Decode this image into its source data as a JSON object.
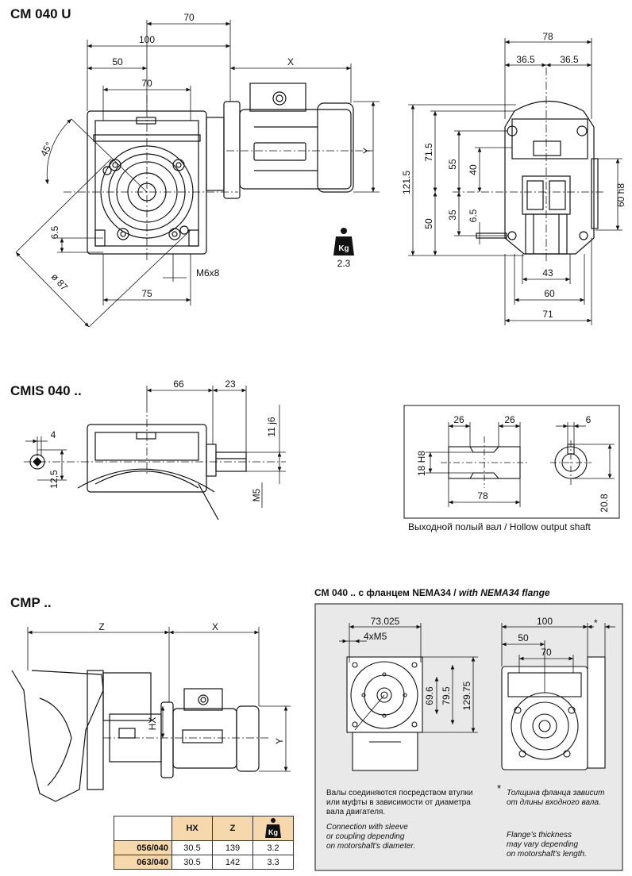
{
  "sections": {
    "cm040u": "CM 040 U",
    "cmis": "CMIS 040 ..",
    "cmp": "CMP .."
  },
  "nema": {
    "title_ru": "CM 040 .. с фланцем NEMA34 / ",
    "title_en": "with NEMA34 flange",
    "dims": {
      "bolt": "73.025",
      "holes": "4xM5",
      "d1": "69.6",
      "d2": "79.5",
      "d3": "129.75",
      "w100": "100",
      "w50": "50",
      "w70": "70",
      "star": "*"
    },
    "note1_ru": "Валы соединяются посредством втулки\nили муфты в зависимости от диаметра\nвала двигателя.",
    "note1_en": "Connection with sleeve\nor coupling depending\non motorshaft's diameter.",
    "note2_star": "*",
    "note2_ru": "Толщина фланца зависит\nот длины входного вала.",
    "note2_en": "Flange's thickness\nmay vary depending\non motorshaft's length."
  },
  "cm040u_dims": {
    "d70_top": "70",
    "d100": "100",
    "d50": "50",
    "d70_inner": "70",
    "dX": "X",
    "angle": "45°",
    "d65": "6.5",
    "dia87": "ø 87",
    "d75": "75",
    "m6x8": "M6x8",
    "dY": "Y",
    "kg_label": "Kg",
    "weight": "2.3"
  },
  "side_dims": {
    "d78": "78",
    "d365a": "36.5",
    "d365b": "36.5",
    "d1215": "121.5",
    "d715": "71.5",
    "d55": "55",
    "d40": "40",
    "d60h8": "60 h8",
    "d50": "50",
    "d35": "35",
    "d65": "6.5",
    "d43": "43",
    "d60": "60",
    "d71": "71"
  },
  "cmis_dims": {
    "d66": "66",
    "d23": "23",
    "d11j6": "11 j6",
    "d4": "4",
    "d125": "12,5",
    "m5": "M5"
  },
  "hollow": {
    "d26a": "26",
    "d26b": "26",
    "d6": "6",
    "d18h8": "18 H8",
    "d78": "78",
    "d208": "20.8",
    "caption": "Выходной полый вал / Hollow output shaft"
  },
  "cmp_dims": {
    "dZ": "Z",
    "dX": "X",
    "dHX": "HX",
    "dY": "Y"
  },
  "spec_table": {
    "headers": [
      "HX",
      "Z",
      "Kg"
    ],
    "rows": [
      {
        "model": "056/040",
        "hx": "30.5",
        "z": "139",
        "kg": "3.2"
      },
      {
        "model": "063/040",
        "hx": "30.5",
        "z": "142",
        "kg": "3.3"
      }
    ]
  }
}
